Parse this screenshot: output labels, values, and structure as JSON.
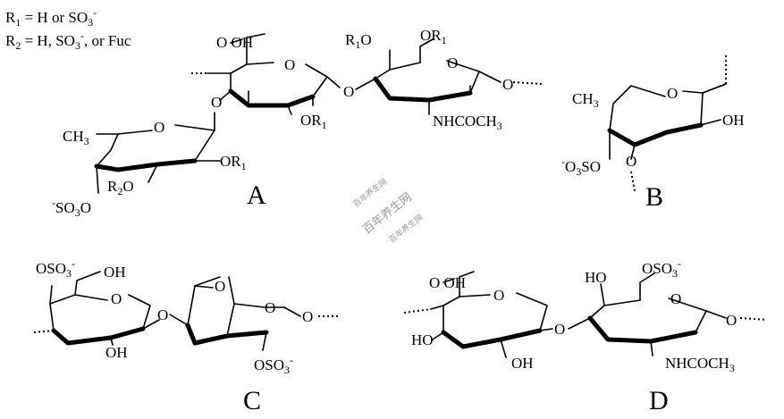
{
  "legend": {
    "r1_prefix": "R",
    "r1_sub": "1",
    "r1_def": " = H or SO",
    "r1_def_sub": "3",
    "r1_def_sup": "-",
    "r2_prefix": "R",
    "r2_sub": "2",
    "r2_def": " = H, SO",
    "r2_def_sub": "3",
    "r2_def_sup": "-",
    "r2_def_tail": ", or Fuc"
  },
  "structure_a": {
    "letter": "A",
    "cooh": "O   OH",
    "r1o": "R",
    "r1o_sub": "1",
    "r1o_o": "O",
    "or1_top": "OR",
    "or1_top_sub": "1",
    "or1_mid": "OR",
    "or1_mid_sub": "1",
    "nhacetyl": "NHCOCH",
    "nhacetyl_sub": "3",
    "ch3": "CH",
    "ch3_sub": "3",
    "or1_fuc": "OR",
    "or1_fuc_sub": "1",
    "r2o": "R",
    "r2o_sub": "2",
    "r2o_o": "O",
    "so3o": "SO",
    "so3o_pre": "-",
    "so3o_sub": "3",
    "so3o_o": "O",
    "ring_o": "O"
  },
  "structure_b": {
    "letter": "B",
    "ch3": "CH",
    "ch3_sub": "3",
    "oh": "OH",
    "so3o_pre": "-",
    "so3o": "O",
    "so3o_sub": "3",
    "so3o_tail": "SO",
    "ring_o": "O"
  },
  "structure_c": {
    "letter": "C",
    "oso3_top": "OSO",
    "oso3_top_sub": "3",
    "oso3_top_sup": "-",
    "oh_top": "OH",
    "oh_bottom": "OH",
    "oso3_bottom": "OSO",
    "oso3_bottom_sub": "3",
    "oso3_bottom_sup": "-",
    "ring_o": "O"
  },
  "structure_d": {
    "letter": "D",
    "cooh": "O   OH",
    "ho_top": "HO",
    "oso3": "OSO",
    "oso3_sub": "3",
    "oso3_sup": "-",
    "ho_left": "HO",
    "oh": "OH",
    "nhacetyl": "NHCOCH",
    "nhacetyl_sub": "3",
    "ring_o": "O"
  },
  "watermark": {
    "line1": "百年养生网",
    "line2": "百年养生网",
    "line3": "百年养生网"
  }
}
